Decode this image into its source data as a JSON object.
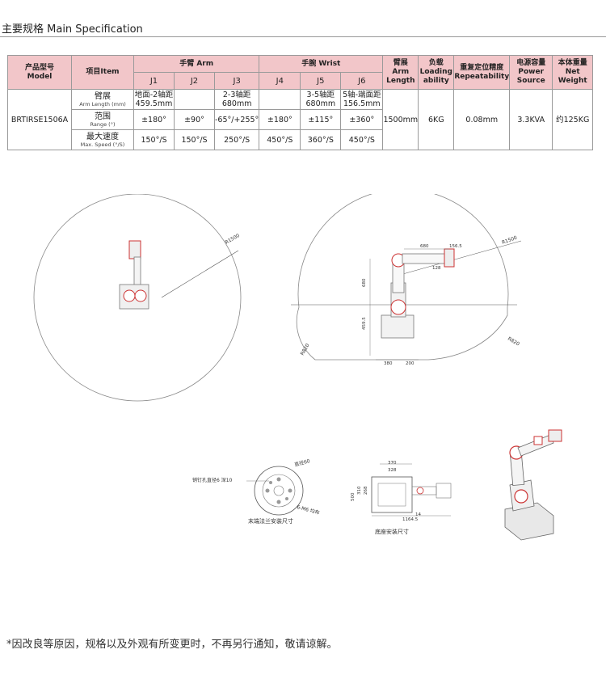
{
  "header": {
    "title": "主要规格   Main Specification"
  },
  "table": {
    "col_model": [
      "产品型号",
      "Model"
    ],
    "col_item": "项目Item",
    "group_arm": "手臂 Arm",
    "group_wrist": "手腕 Wrist",
    "col_reach": [
      "臂展",
      "Arm",
      "Length"
    ],
    "col_load": [
      "负载",
      "Loading",
      "ability"
    ],
    "col_repeat": [
      "重复定位精度",
      "Repeatability"
    ],
    "col_power": [
      "电源容量",
      "Power",
      "Source"
    ],
    "col_weight": [
      "本体重量",
      "Net Weight"
    ],
    "joints": [
      "J1",
      "J2",
      "J3",
      "J4",
      "J5",
      "J6"
    ],
    "model": "BRTIRSE1506A",
    "row_armlen": {
      "cn": "臂展",
      "en": "Arm Length (mm)",
      "j1": [
        "地面-2轴距",
        "459.5mm"
      ],
      "j2": "",
      "j3": [
        "2-3轴距",
        "680mm"
      ],
      "j4": "",
      "j5": [
        "3-5轴距",
        "680mm"
      ],
      "j6": [
        "5轴-端面距",
        "156.5mm"
      ]
    },
    "row_range": {
      "cn": "范围",
      "en": "Range (°)",
      "values": [
        "±180°",
        "±90°",
        "-65°/+255°",
        "±180°",
        "±115°",
        "±360°"
      ]
    },
    "row_speed": {
      "cn": "最大速度",
      "en": "Max. Speed (°/S)",
      "values": [
        "150°/S",
        "150°/S",
        "250°/S",
        "450°/S",
        "360°/S",
        "450°/S"
      ]
    },
    "reach": "1500mm",
    "load": "6KG",
    "repeat": "0.08mm",
    "power": "3.3KVA",
    "weight": "约125KG"
  },
  "drawings": {
    "top_view_radius": "R1500",
    "side_radius": "R1500",
    "side_r2": "R820",
    "side_r3": "R820",
    "dim_680_top": "680",
    "dim_1565": "156.5",
    "dim_128": "128",
    "dim_680_v": "680",
    "dim_4595": "459.5",
    "dim_380": "380",
    "dim_200": "200",
    "flange_label1": "销钉孔直径6  深10",
    "flange_label2": "直径60",
    "flange_label3": "6-M6  均布",
    "flange_caption": "末端法兰安装尺寸",
    "base_370": "370",
    "base_328": "328",
    "base_500": "500",
    "base_310": "310",
    "base_268": "268",
    "base_14": "14",
    "base_11645": "1164.5",
    "base_caption": "底座安装尺寸"
  },
  "note": "*因改良等原因，规格以及外观有所变更时，不再另行通知，敬请谅解。"
}
